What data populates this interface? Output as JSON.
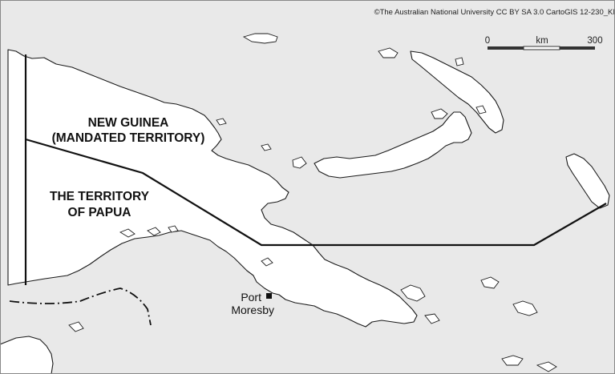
{
  "map": {
    "credit": "©The Australian National University CC BY SA 3.0 CartoGIS 12-230_KI",
    "region_new_guinea_line1": "NEW GUINEA",
    "region_new_guinea_line2": "(MANDATED TERRITORY)",
    "region_papua_line1": "THE TERRITORY",
    "region_papua_line2": "OF PAPUA",
    "city_line1": "Port",
    "city_line2": "Moresby",
    "scale": {
      "start_label": "0",
      "unit_label": "km",
      "end_label": "300",
      "distance_km": 300
    }
  },
  "colors": {
    "sea": "#e9e9e9",
    "land": "#ffffff",
    "outline": "#1a1a1a"
  }
}
